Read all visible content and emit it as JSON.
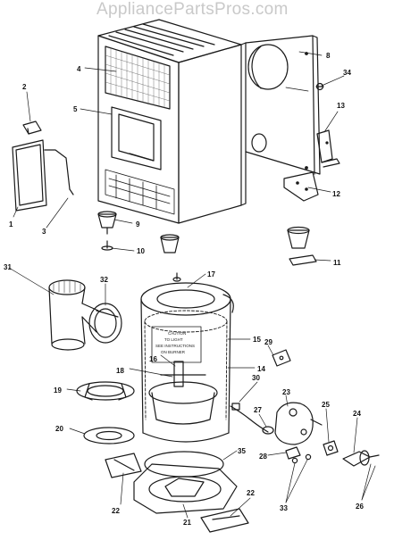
{
  "watermark": "AppliancePartsPros.com",
  "callouts": {
    "c1": "1",
    "c2": "2",
    "c3": "3",
    "c4": "4",
    "c5": "5",
    "c8": "8",
    "c9": "9",
    "c10": "10",
    "c11": "11",
    "c12": "12",
    "c13": "13",
    "c14": "14",
    "c15": "15",
    "c16": "16",
    "c17": "17",
    "c18": "18",
    "c19": "19",
    "c20": "20",
    "c21": "21",
    "c22a": "22",
    "c22b": "22",
    "c23": "23",
    "c24": "24",
    "c25": "25",
    "c26": "26",
    "c27": "27",
    "c28": "28",
    "c29": "29",
    "c30": "30",
    "c31": "31",
    "c32": "32",
    "c33": "33",
    "c34": "34",
    "c35": "35"
  },
  "label_text": [
    "CAUTION",
    "TO LIGHT",
    "SEE INSTRUCTIONS",
    "ON BURNER"
  ]
}
